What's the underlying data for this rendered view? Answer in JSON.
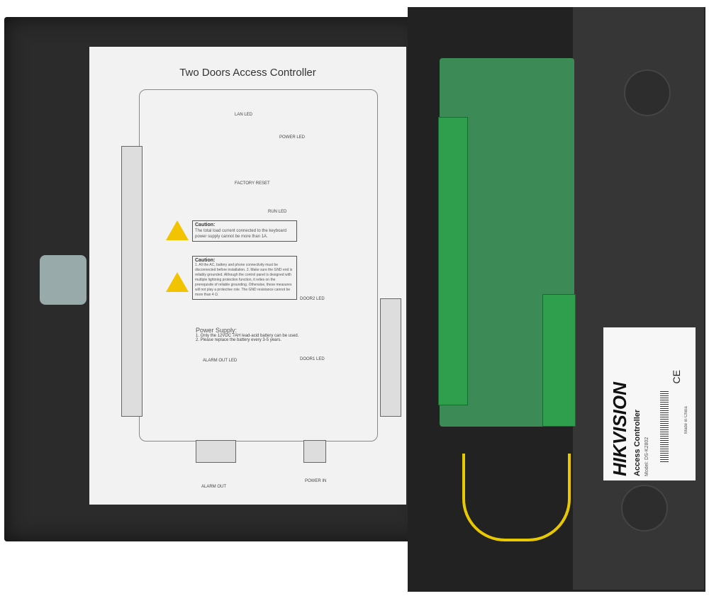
{
  "sheet": {
    "title": "Two Doors Access Controller",
    "labels": {
      "lan_led": "LAN LED",
      "power_led": "POWER LED",
      "factory_reset": "FACTORY RESET",
      "run_led": "RUN LED",
      "door2_led": "DOOR2 LED",
      "door1_led": "DOOR1 LED",
      "alarm_out_led": "ALARM OUT LED",
      "alarm_out": "ALARM OUT",
      "power_in": "POWER IN"
    },
    "caution1": {
      "heading": "Caution:",
      "text": "The total load current connected to the keyboard power supply cannot be more than 1A."
    },
    "caution2": {
      "heading": "Caution:",
      "text": "1. All the AC, battery and phone connectivity must be disconnected before installation. 2. Make sure the GND end is reliably grounded. Although the control panel is designed with multiple lightning protection function, it relies on the prerequisite of reliable grounding. Otherwise, these measures will not play a protective role. The GND resistance cannot be more than 4 Ω."
    },
    "power_supply": {
      "heading": "Power Supply:",
      "items": [
        "1. Only the 12VDC 7AH lead-acid battery can be used.",
        "2. Please replace the battery every 3-5 years."
      ]
    }
  },
  "device_label": {
    "brand": "HIKVISION",
    "product": "Access Controller",
    "model": "Model: DS-K2802",
    "made_in": "Made in China",
    "ce": "CE"
  }
}
